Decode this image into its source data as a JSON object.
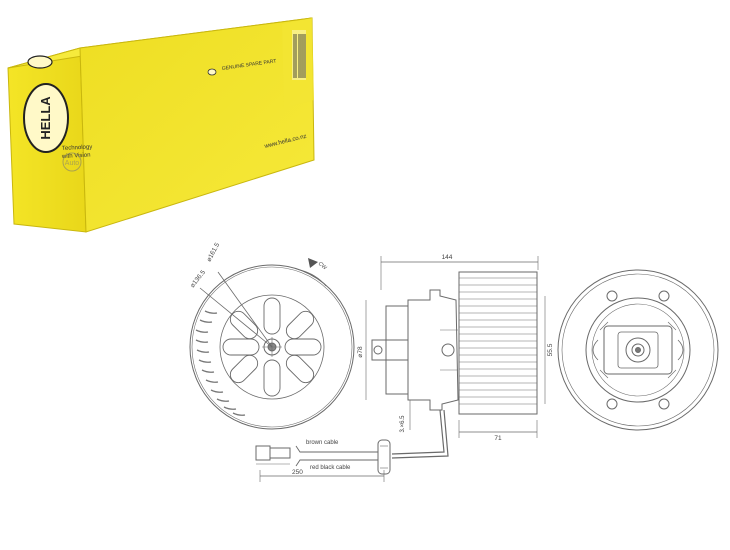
{
  "box": {
    "brand": "HELLA",
    "front_tagline_1": "Technology",
    "front_tagline_2": "with Vision",
    "top_label": "GENUINE SPARE PART",
    "website": "www.hella.co.nz",
    "watermark": "Auto"
  },
  "drawing": {
    "dim_outer_diameter": "⌀161.5",
    "dim_inner_diameter": "⌀136.5",
    "dim_total_width": "144",
    "dim_hub": "⌀78",
    "dim_side_height": "55.5",
    "dim_connector": "3.×6.5",
    "dim_wheel_width": "71",
    "dim_cable_length": "250",
    "brown_cable": "brown cable",
    "red_black_cable": "red black cable",
    "rotation_label": "CW"
  },
  "colors": {
    "box_yellow": "#f1e21f",
    "box_shade": "#d4c412",
    "line_gray": "#6a6a6a"
  }
}
